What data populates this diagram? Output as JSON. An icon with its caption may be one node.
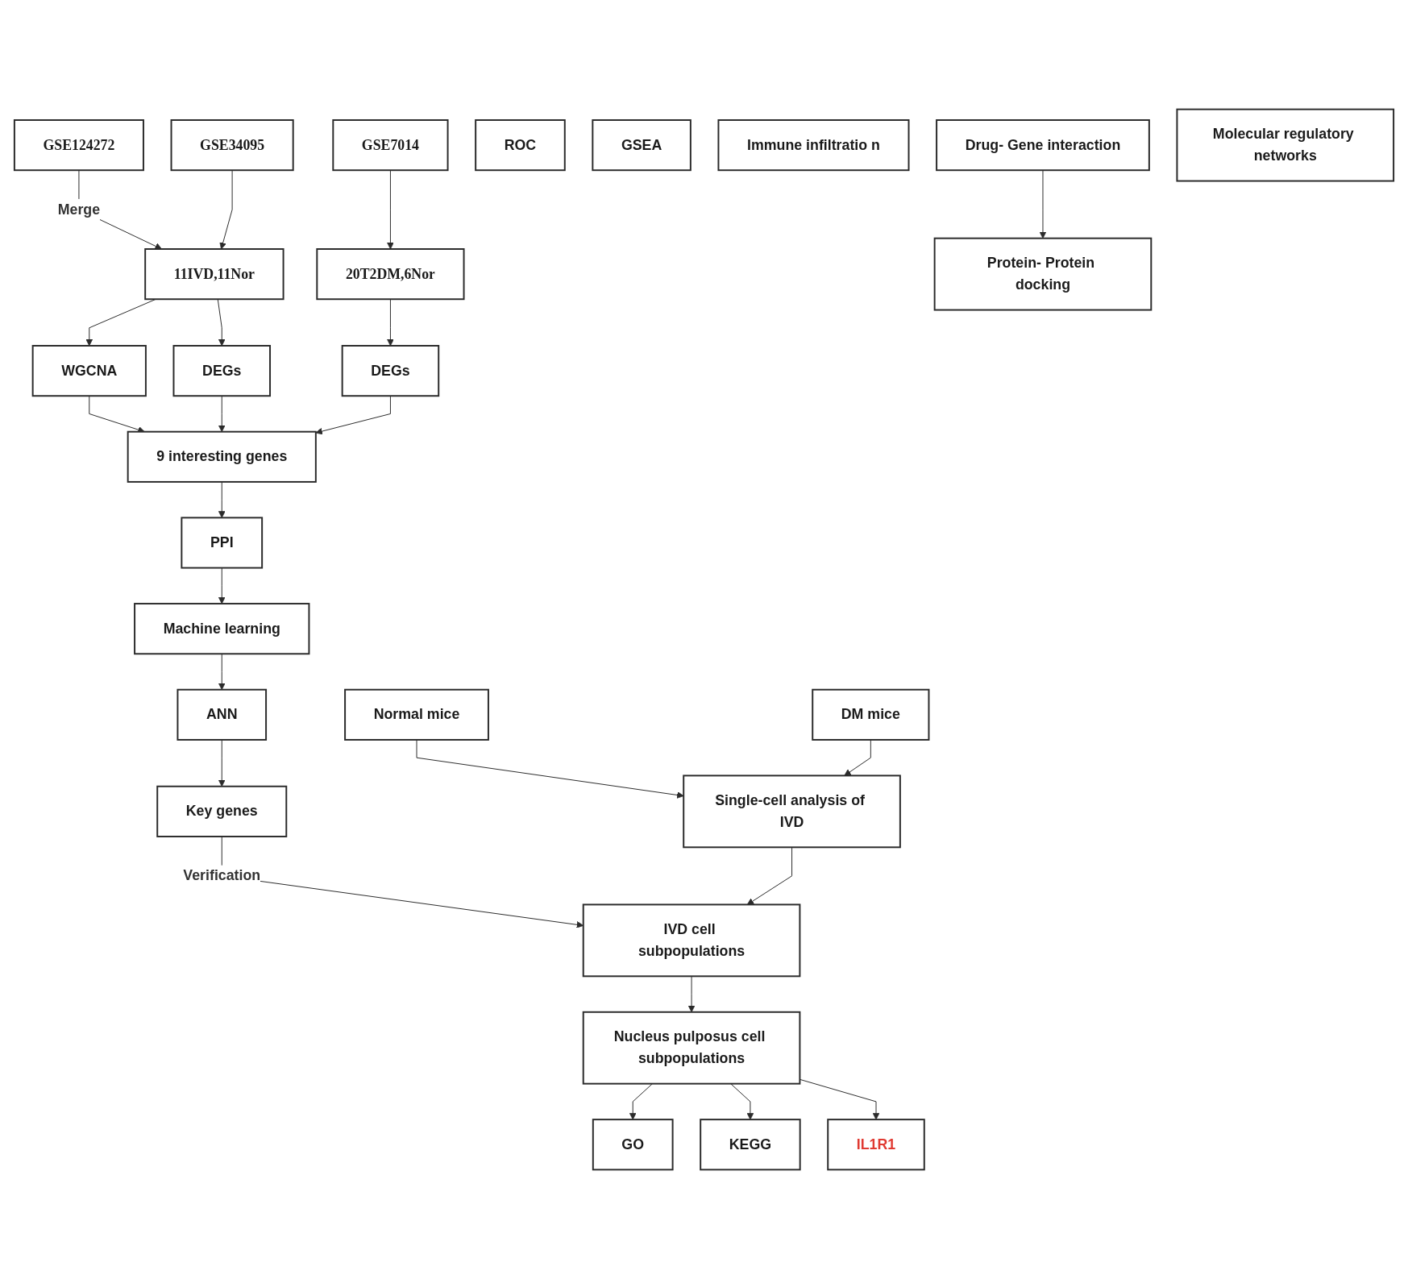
{
  "diagram": {
    "nodes": [
      {
        "text": [
          "GSE124272"
        ]
      },
      {
        "text": [
          "GSE34095"
        ]
      },
      {
        "text": [
          "11IVD,11Nor"
        ]
      },
      {
        "text": [
          "WGCNA"
        ]
      },
      {
        "text": [
          "DEGs"
        ]
      },
      {
        "text": [
          "DEGs"
        ]
      },
      {
        "text": [
          "20T2DM,6Nor"
        ]
      },
      {
        "text": [
          "GSE7014"
        ]
      },
      {
        "text": [
          "9 interesting genes"
        ]
      },
      {
        "text": [
          "PPI"
        ]
      },
      {
        "text": [
          "Machine learning"
        ]
      },
      {
        "text": [
          "ANN"
        ]
      },
      {
        "text": [
          "Key genes"
        ]
      },
      {
        "text": [
          "Normal mice"
        ]
      },
      {
        "text": [
          "DM mice"
        ]
      },
      {
        "text": [
          "Single-cell analysis of IVD"
        ]
      },
      {
        "text": [
          "IVD cell subpopulations"
        ]
      },
      {
        "text": [
          "Nucleus pulposus cell subpopulations"
        ]
      },
      {
        "text": [
          "GO"
        ]
      },
      {
        "text": [
          "KEGG"
        ]
      },
      {
        "text": [
          "IL1R1"
        ]
      },
      {
        "text": [
          "ROC"
        ]
      },
      {
        "text": [
          "GSEA"
        ]
      },
      {
        "text": [
          "Immune infiltratio n"
        ]
      },
      {
        "text": [
          "Drug- Gene interaction"
        ]
      },
      {
        "text": [
          "Molecular regulatory networks"
        ]
      },
      {
        "text": [
          "Protein- Protein docking"
        ]
      }
    ],
    "edges": [
      {
        "from": 0,
        "to": 2,
        "arrow": "to",
        "label": "Merge"
      },
      {
        "from": 1,
        "to": 2,
        "arrow": "to"
      },
      {
        "from": 2,
        "to": 3,
        "arrow": "to"
      },
      {
        "from": 2,
        "to": 4,
        "arrow": "to"
      },
      {
        "from": 7,
        "to": 6,
        "arrow": "to"
      },
      {
        "from": 6,
        "to": 5,
        "arrow": "to"
      },
      {
        "from": 3,
        "to": 8,
        "arrow": "to"
      },
      {
        "from": 4,
        "to": 8,
        "arrow": "to"
      },
      {
        "from": 5,
        "to": 8,
        "arrow": "to"
      },
      {
        "from": 8,
        "to": 9,
        "arrow": "to"
      },
      {
        "from": 9,
        "to": 10,
        "arrow": "to"
      },
      {
        "from": 10,
        "to": 11,
        "arrow": "to"
      },
      {
        "from": 11,
        "to": 12,
        "arrow": "to"
      },
      {
        "from": 13,
        "to": 15,
        "arrow": "to"
      },
      {
        "from": 14,
        "to": 15,
        "arrow": "to"
      },
      {
        "from": 12,
        "to": 16,
        "arrow": "to",
        "label": "Verification"
      },
      {
        "from": 15,
        "to": 16,
        "arrow": "to"
      },
      {
        "from": 16,
        "to": 17,
        "arrow": "to"
      },
      {
        "from": 17,
        "to": 18,
        "arrow": "to"
      },
      {
        "from": 17,
        "to": 19,
        "arrow": "to"
      },
      {
        "from": 17,
        "to": 20,
        "arrow": "to"
      },
      {
        "from": 24,
        "to": 26,
        "arrow": "to"
      }
    ]
  }
}
